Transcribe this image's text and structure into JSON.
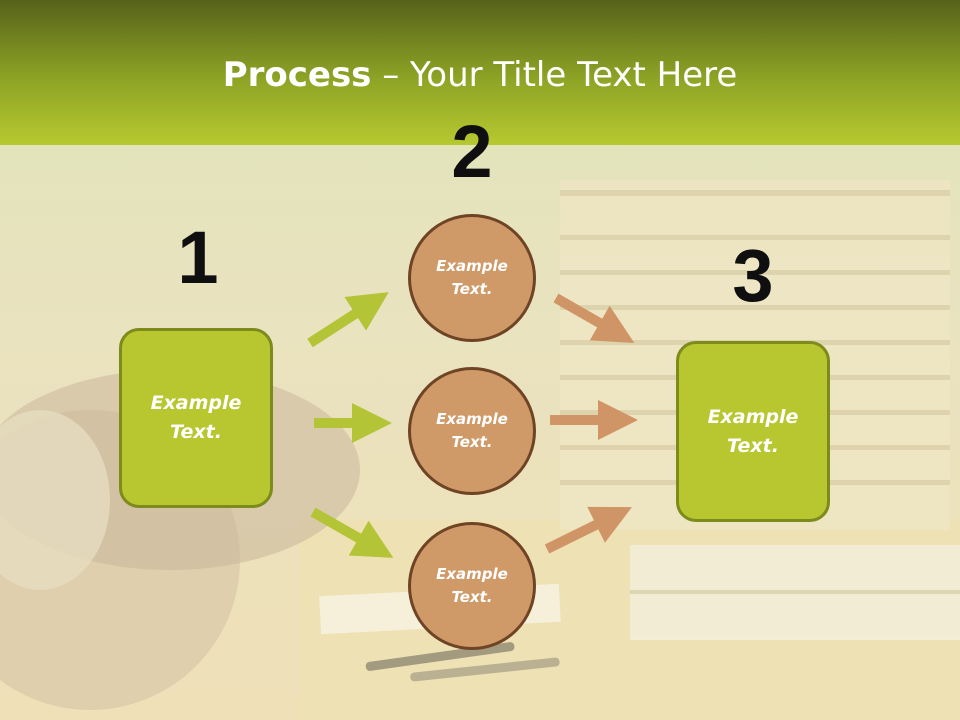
{
  "slide": {
    "title_bold": "Process",
    "title_rest": " – Your Title Text Here"
  },
  "steps": {
    "step1_number": "1",
    "step2_number": "2",
    "step3_number": "3"
  },
  "nodes": {
    "left_box": "Example Text.",
    "circle_top": "Example Text.",
    "circle_middle": "Example Text.",
    "circle_bottom": "Example Text.",
    "right_box": "Example Text."
  },
  "colors": {
    "header": "#8ea425",
    "box_fill": "#b8c630",
    "circle_fill": "#cf9a68",
    "green_arrow": "#b4c437",
    "orange_arrow": "#d09567"
  }
}
